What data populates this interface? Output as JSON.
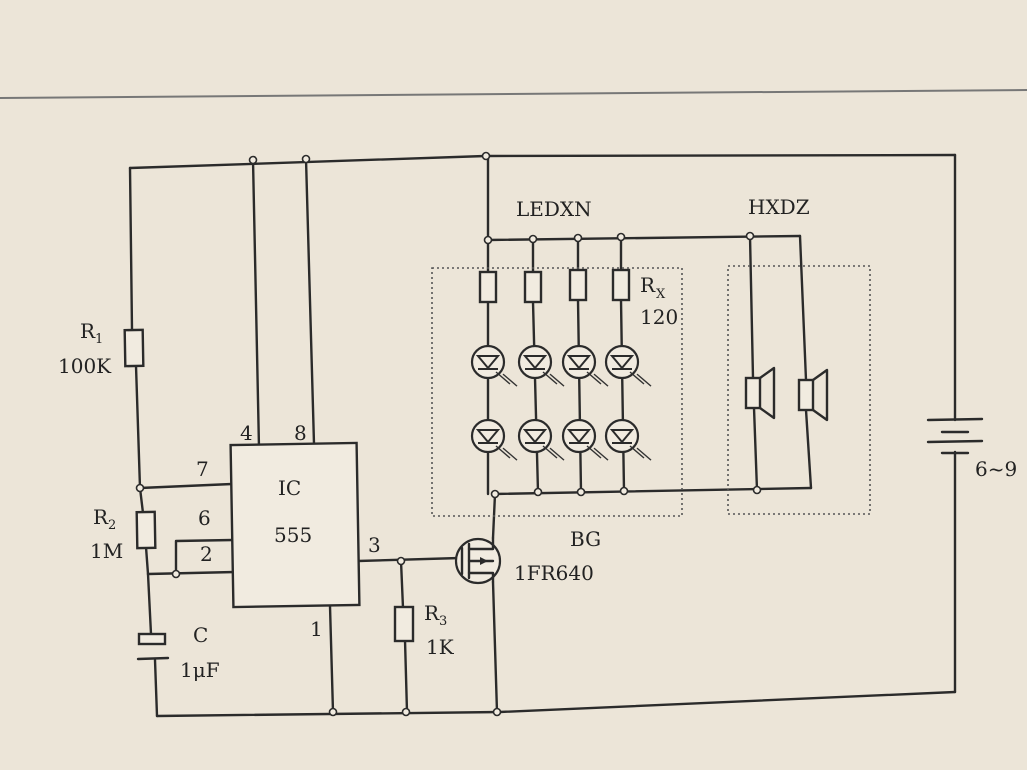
{
  "labels": {
    "r1": "R",
    "r1_sub": "1",
    "r1_val": "100K",
    "r2": "R",
    "r2_sub": "2",
    "r2_val": "1M",
    "c": "C",
    "c_val": "1μF",
    "ic_name": "IC",
    "ic_type": "555",
    "pin4": "4",
    "pin8": "8",
    "pin7": "7",
    "pin6": "6",
    "pin2": "2",
    "pin3": "3",
    "pin1": "1",
    "r3": "R",
    "r3_sub": "3",
    "r3_val": "1K",
    "mosfet_name": "BG",
    "mosfet_type": "1FR640",
    "led_group": "LEDXN",
    "rx": "R",
    "rx_sub": "X",
    "rx_val": "120",
    "speaker_group": "HXDZ",
    "battery": "6~9"
  },
  "colors": {
    "paper": "#ece5d8",
    "ink": "#2b2b2b"
  }
}
